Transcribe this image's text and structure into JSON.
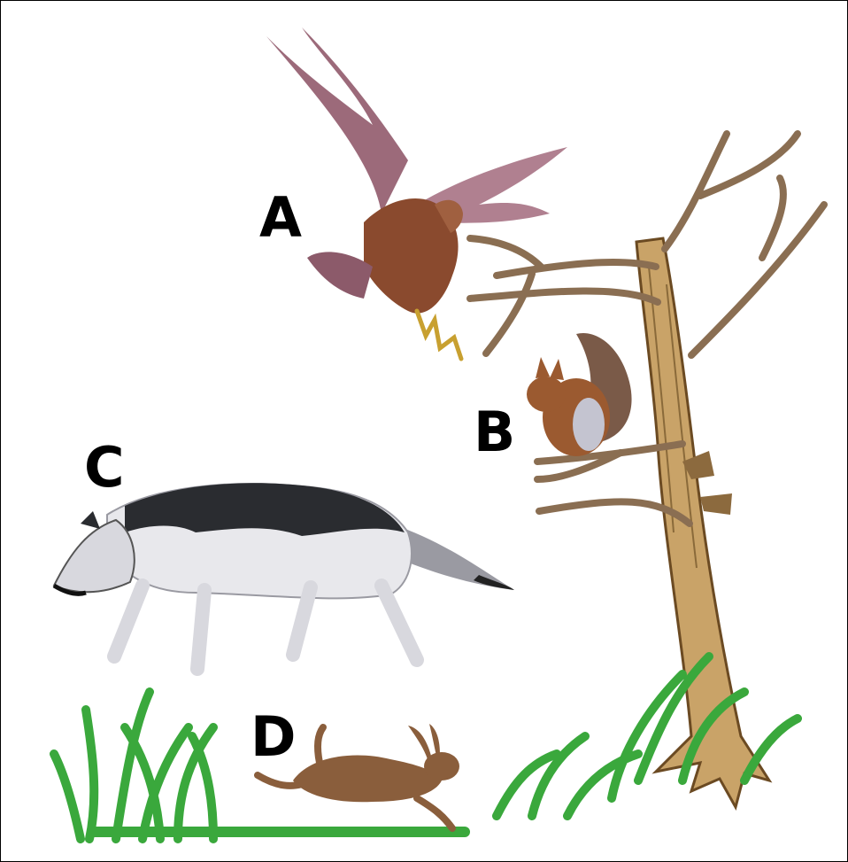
{
  "labels": {
    "a": "A",
    "b": "B",
    "c": "C",
    "d": "D"
  },
  "figures": [
    {
      "letter": "A",
      "icon": "eagle-icon"
    },
    {
      "letter": "B",
      "icon": "squirrel-icon"
    },
    {
      "letter": "C",
      "icon": "wolf-icon"
    },
    {
      "letter": "D",
      "icon": "hare-icon"
    }
  ],
  "scenery": [
    "tree-icon",
    "grass-icon"
  ],
  "colors": {
    "background": "#ffffff",
    "border": "#000000",
    "label": "#000000",
    "eagle": "#8a4a2e",
    "squirrel": "#9b5a30",
    "wolf_dark": "#2a2c30",
    "wolf_light": "#e8e8ec",
    "hare": "#8a5e3c",
    "tree": "#c9a368",
    "grass": "#3aa83c"
  }
}
